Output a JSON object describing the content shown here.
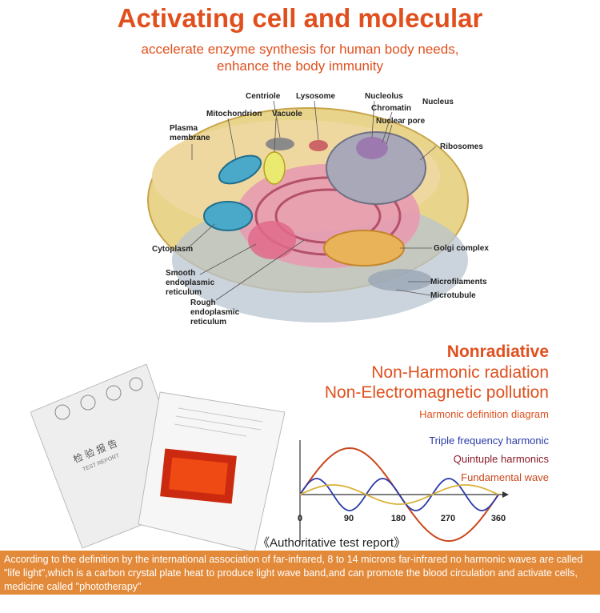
{
  "header": {
    "title": "Activating cell and molecular",
    "subtitle_line1": "accelerate enzyme synthesis for human body needs,",
    "subtitle_line2": "enhance the body immunity"
  },
  "cell_diagram": {
    "labels": {
      "centriole": "Centriole",
      "lysosome": "Lysosome",
      "nucleolus": "Nucleolus",
      "nucleus": "Nucleus",
      "chromatin": "Chromatin",
      "nuclear_pore": "Nuclear pore",
      "mitochondrion": "Mitochondrion",
      "vacuole": "Vacuole",
      "plasma_membrane_1": "Plasma",
      "plasma_membrane_2": "membrane",
      "ribosomes": "Ribosomes",
      "cytoplasm": "Cytoplasm",
      "golgi": "Golgi complex",
      "smooth_er_1": "Smooth",
      "smooth_er_2": "endoplasmic",
      "smooth_er_3": "reticulum",
      "microfilaments": "Microfilaments",
      "microtubule": "Microtubule",
      "rough_er_1": "Rough",
      "rough_er_2": "endoplasmic",
      "rough_er_3": "reticulum"
    }
  },
  "features": {
    "line1": "Nonradiative",
    "line2": "Non-Harmonic radiation",
    "line3": "Non-Electromagnetic pollution",
    "diagram_title": "Harmonic definition diagram"
  },
  "harmonic_chart": {
    "legend": {
      "triple": "Triple frequency harmonic",
      "quintuple": "Quintuple harmonics",
      "fundamental": "Fundamental wave"
    },
    "ticks": [
      "0",
      "90",
      "180",
      "270",
      "360"
    ],
    "colors": {
      "triple": "#2a3aa8",
      "quintuple": "#8a1a28",
      "fundamental": "#c8471c"
    }
  },
  "report": {
    "caption": "《Authoritative test report》",
    "doc1_title": "检 验 报 告",
    "doc1_sub": "TEST REPORT"
  },
  "footer": {
    "text": "According to the definition by the international association of far-infrared, 8 to 14  microns far-infrared no harmonic waves are called \"life light\",which is a carbon crystal  plate heat to produce light wave band,and can promote the blood circulation and activate  cells, medicine called \"phototherapy\""
  }
}
